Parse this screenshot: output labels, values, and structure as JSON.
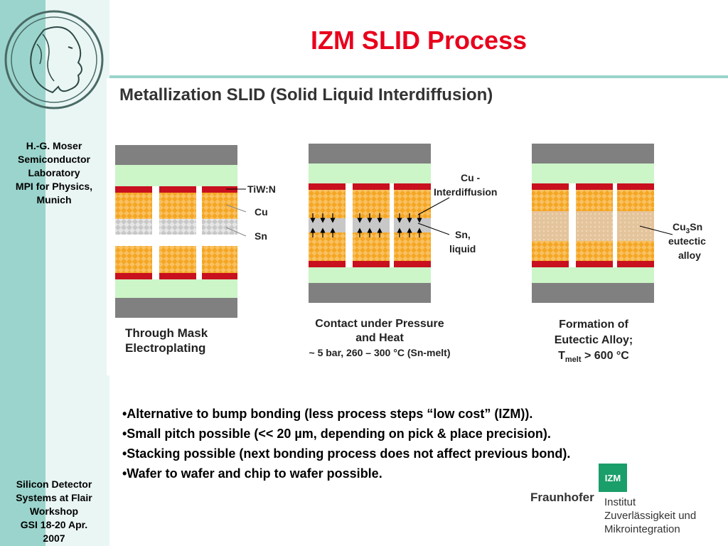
{
  "sidebar": {
    "author": "H.-G. Moser\nSemiconductor\nLaboratory\nMPI for Physics,\nMunich",
    "event": "Silicon Detector\nSystems at Flair\nWorkshop\nGSI 18-20 Apr.\n2007"
  },
  "slide": {
    "title": "IZM SLID Process",
    "figure_heading": "Metallization SLID (Solid Liquid Interdiffusion)"
  },
  "diagram": {
    "labels": {
      "tiw": "TiW:N",
      "cu": "Cu",
      "sn": "Sn",
      "cu_inter_1": "Cu -",
      "cu_inter_2": "Interdiffusion",
      "sn_liq_1": "Sn,",
      "sn_liq_2": "liquid",
      "alloy_1": "Cu",
      "alloy_sub": "3",
      "alloy_2": "Sn",
      "alloy_3": "eutectic",
      "alloy_4": "alloy"
    },
    "captions": {
      "step1_line1": "Through Mask",
      "step1_line2": "Electroplating",
      "step2_line1": "Contact under Pressure",
      "step2_line2": "and Heat",
      "step2_line3": "~ 5 bar, 260 – 300 °C (Sn-melt)",
      "step3_line1": "Formation of",
      "step3_line2": "Eutectic Alloy;",
      "step3_t": "T",
      "step3_sub": "melt",
      "step3_rest": " > 600 °C"
    },
    "colors": {
      "substrate": "#808080",
      "pad": "#ccf5c8",
      "tiw": "#c8101e",
      "cu": "#f5a623",
      "sn": "#cccccc",
      "alloy": "#e8c8a0"
    }
  },
  "bullets": [
    "•Alternative to bump bonding (less process steps “low cost” (IZM)).",
    "•Small pitch possible (<< 20 µm, depending on pick & place precision).",
    "•Stacking possible (next bonding process does not affect previous bond).",
    "•Wafer to wafer and chip to wafer possible."
  ],
  "footer": {
    "izm_logo": "IZM",
    "fraunhofer": "Fraunhofer",
    "institute": "Institut\nZuverlässigkeit und\nMikrointegration"
  }
}
